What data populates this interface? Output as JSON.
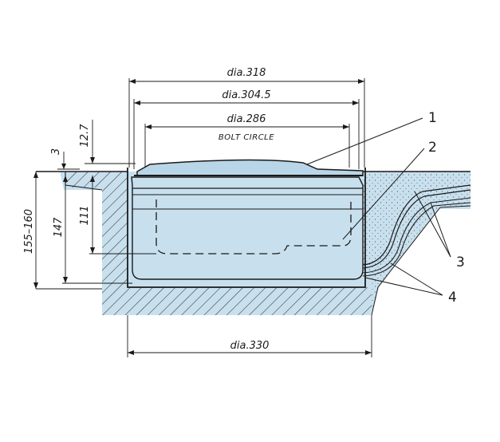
{
  "dimensions": {
    "dia_318": "dia.318",
    "dia_304_5": "dia.304.5",
    "dia_286": "dia.286",
    "bolt_circle": "BOLT CIRCLE",
    "dia_330": "dia.330",
    "d_12_7": "12.7",
    "d_3": "3",
    "d_155_160": "155–160",
    "d_147": "147",
    "d_111": "111"
  },
  "callouts": [
    "1",
    "2",
    "3",
    "4"
  ],
  "colors": {
    "fill": "#c8e0ee",
    "line": "#1a1a1a",
    "background": "#ffffff"
  }
}
